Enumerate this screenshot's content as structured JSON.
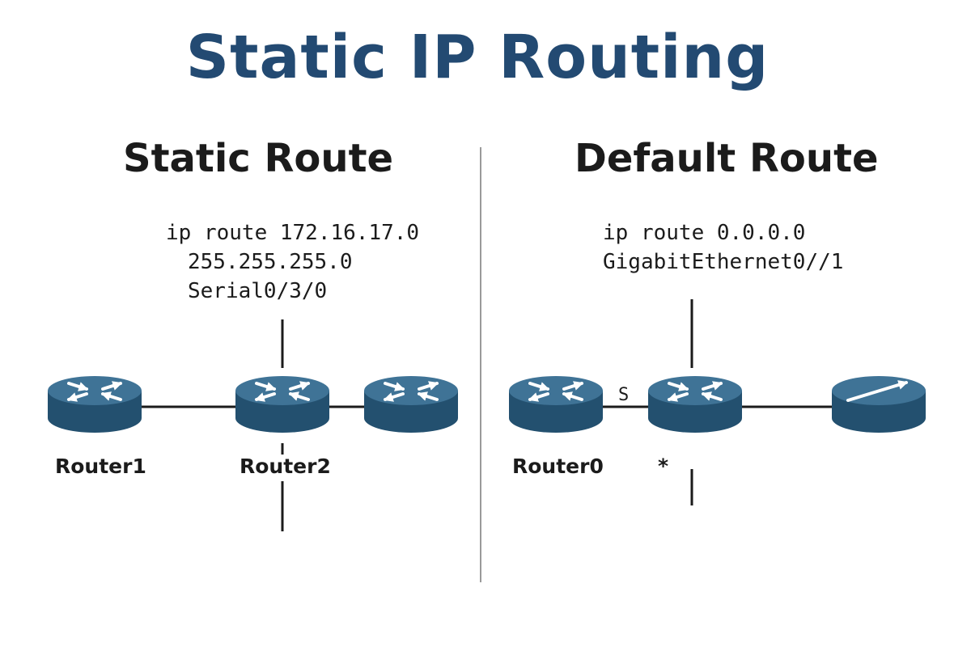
{
  "title": "Static IP Routing",
  "static_section": {
    "heading": "Static Route",
    "command_lines": [
      "ip route 172.16.17.0",
      "255.255.255.0",
      "Serial0/3/0"
    ],
    "router1_label": "Router1",
    "router2_label": "Router2"
  },
  "default_section": {
    "heading": "Default Route",
    "command_lines": [
      "ip route 0.0.0.0",
      "GigabitEthernet0//1"
    ],
    "router0_label": "Router0",
    "link_label": "S",
    "marker_label": "*"
  },
  "colors": {
    "title": "#234a72",
    "router_top": "#3f7396",
    "router_side": "#23506f",
    "line": "#1b1b1b",
    "divider": "#9a9a9a"
  },
  "icons": {
    "router": "router-arrows-icon",
    "single_arrow": "router-single-arrow-icon"
  }
}
